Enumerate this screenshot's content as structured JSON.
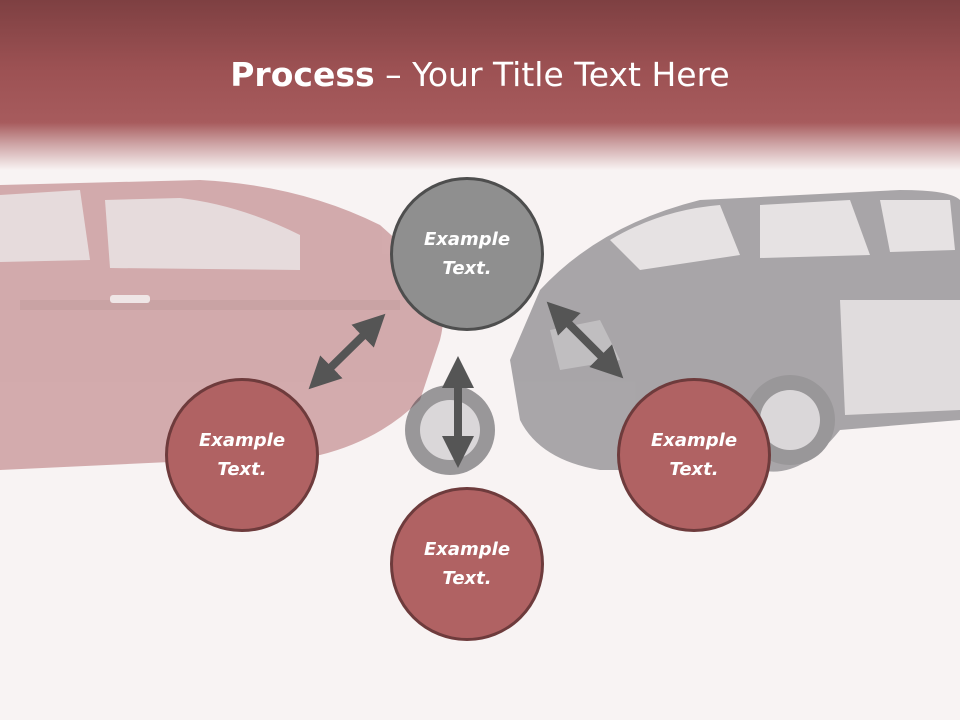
{
  "title": {
    "bold": "Process",
    "rest": " – Your Title Text Here"
  },
  "nodes": {
    "top": {
      "line1": "Example",
      "line2": "Text."
    },
    "left": {
      "line1": "Example",
      "line2": "Text."
    },
    "right": {
      "line1": "Example",
      "line2": "Text."
    },
    "bottom": {
      "line1": "Example",
      "line2": "Text."
    }
  },
  "colors": {
    "header": "#9c5153",
    "node_fill": "#b06263",
    "node_border": "#6e3b3c",
    "center_node_fill": "#8f8f8f",
    "arrow": "#555555"
  },
  "icons": [
    "double-arrow-icon"
  ]
}
